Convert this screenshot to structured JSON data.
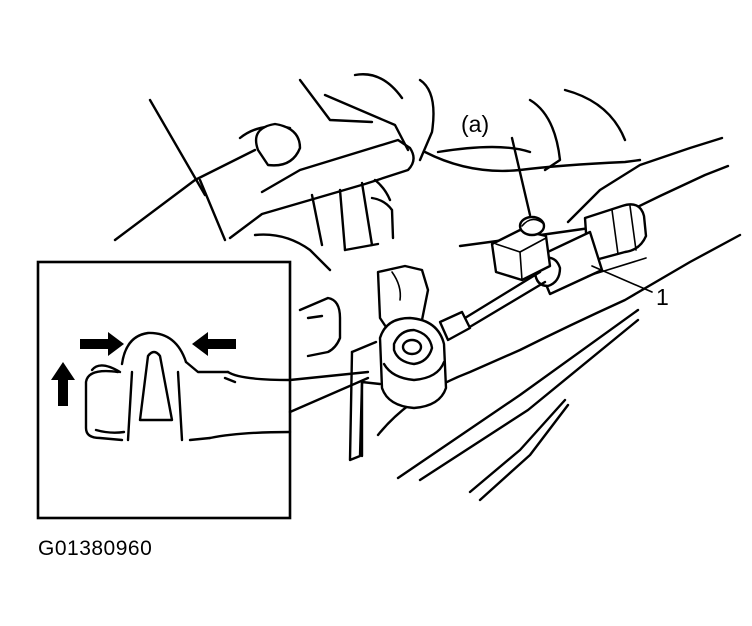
{
  "callouts": {
    "point_a": "(a)",
    "part_1": "1"
  },
  "figure_code": "G01380960",
  "icons": {
    "push_right_arrow": "arrow-right-icon",
    "push_left_arrow": "arrow-left-icon",
    "pull_up_arrow": "arrow-up-icon"
  },
  "colors": {
    "line": "#000000",
    "background": "#ffffff"
  }
}
